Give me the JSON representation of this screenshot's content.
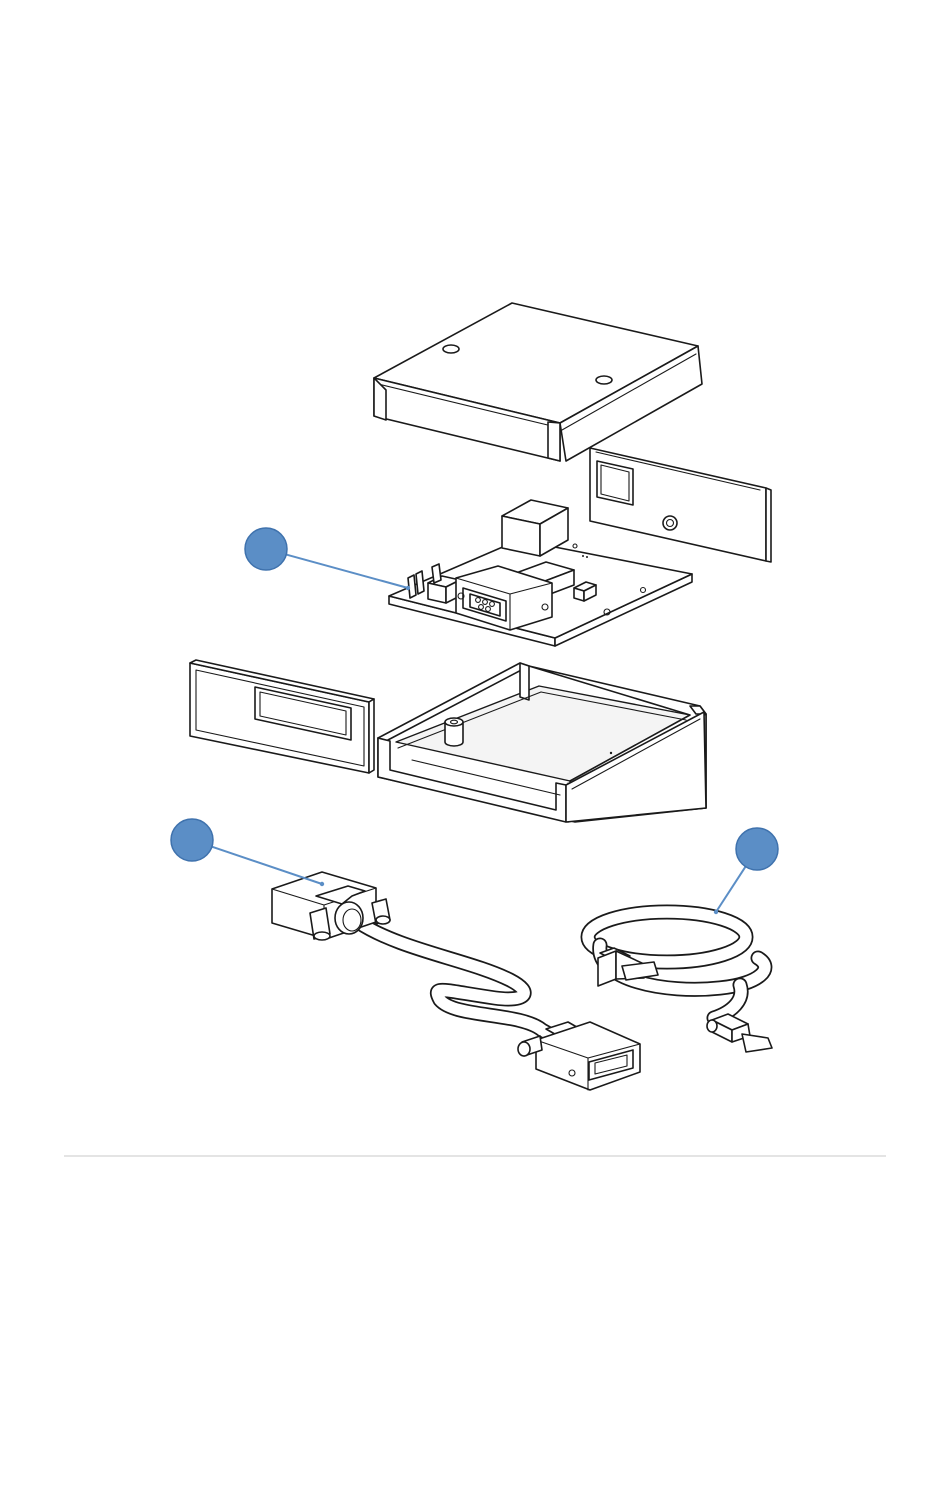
{
  "colors": {
    "callout_fill": "#5b8ec6",
    "callout_stroke": "#3f72ad",
    "leader_line": "#5b8ec6",
    "line_art": "#1a1a1a",
    "divider": "#c8c8c8"
  },
  "callouts": [
    {
      "id": "callout-pcb",
      "label": "",
      "target": "circuit-board"
    },
    {
      "id": "callout-serial-cable",
      "label": "",
      "target": "serial-cable"
    },
    {
      "id": "callout-usb-cable",
      "label": "",
      "target": "usb-cable"
    }
  ]
}
